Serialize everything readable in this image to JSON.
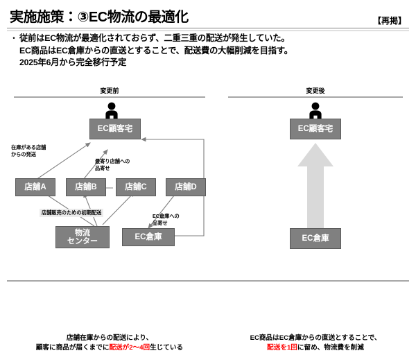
{
  "header": {
    "title": "実施施策：③EC物流の最適化",
    "badge": "【再掲】"
  },
  "bullets": [
    {
      "marker": "・",
      "lines": [
        "従前はEC物流が最適化されておらず、二重三重の配送が発生していた。",
        "EC商品はEC倉庫からの直送とすることで、配送費の大幅削減を目指す。",
        "2025年6月から完全移行予定"
      ]
    }
  ],
  "before": {
    "heading": "変更前",
    "nodes": {
      "customer": "EC顧客宅",
      "store_a": "店舗A",
      "store_b": "店舗B",
      "store_c": "店舗C",
      "store_d": "店舗D",
      "distribution_center": "物流\nセンター",
      "distribution_center_line1": "物流",
      "distribution_center_line2": "センター",
      "ec_warehouse": "EC倉庫"
    },
    "edge_labels": {
      "stock_shipment_line1": "在庫がある店舗",
      "stock_shipment_line2": "からの発送",
      "nearest_store_line1": "最寄り店舗への",
      "nearest_store_line2": "品寄せ",
      "initial_delivery": "店舗販売のための初期配送",
      "to_warehouse_line1": "EC倉庫への",
      "to_warehouse_line2": "品寄せ"
    },
    "caption": {
      "line1": "店舗在庫からの配送により、",
      "line2_pre": "顧客に商品が届くまでに",
      "line2_highlight": "配送が2～4回",
      "line2_post": "生じている"
    }
  },
  "after": {
    "heading": "変更後",
    "nodes": {
      "customer": "EC顧客宅",
      "ec_warehouse": "EC倉庫"
    },
    "caption": {
      "line1": "EC商品はEC倉庫からの直送とすることで、",
      "line2_highlight": "配送を1回",
      "line2_post": "に留め、物流費を削減"
    }
  },
  "colors": {
    "node_fill": "#808080",
    "node_border": "#595959",
    "arrow": "#7f7f7f",
    "big_arrow": "#d9d9d9",
    "highlight": "#ff0000",
    "rule": "#a6a6a6"
  }
}
